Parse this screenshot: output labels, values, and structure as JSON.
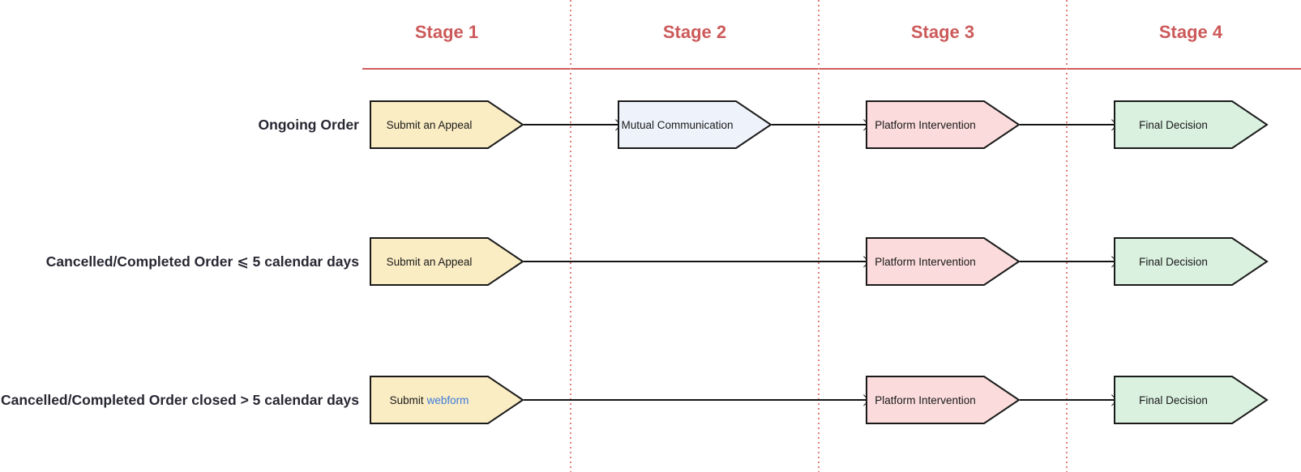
{
  "stages": [
    {
      "label": "Stage 1"
    },
    {
      "label": "Stage 2"
    },
    {
      "label": "Stage 3"
    },
    {
      "label": "Stage 4"
    }
  ],
  "rows": [
    {
      "label": "Ongoing Order",
      "steps": {
        "stage1": {
          "label": "Submit an Appeal",
          "color": "yellow"
        },
        "stage2": {
          "label": "Mutual Communication",
          "color": "blue"
        },
        "stage3": {
          "label": "Platform Intervention",
          "color": "pink"
        },
        "stage4": {
          "label": "Final Decision",
          "color": "green"
        }
      }
    },
    {
      "label": "Cancelled/Completed Order ⩽ 5 calendar days",
      "steps": {
        "stage1": {
          "label": "Submit an Appeal",
          "color": "yellow"
        },
        "stage3": {
          "label": "Platform Intervention",
          "color": "pink"
        },
        "stage4": {
          "label": "Final Decision",
          "color": "green"
        }
      }
    },
    {
      "label": "Cancelled/Completed Order closed > 5 calendar days",
      "steps": {
        "stage1": {
          "label_prefix": "Submit",
          "link_text": "webform",
          "color": "yellow"
        },
        "stage3": {
          "label": "Platform Intervention",
          "color": "pink"
        },
        "stage4": {
          "label": "Final Decision",
          "color": "green"
        }
      }
    }
  ],
  "colors": {
    "stage_header": "#cd5a5a",
    "stage_rule": "#d05c5c",
    "stage_divider_dotted": "#e87d7d",
    "shape_border": "#1a1a1a",
    "shape_yellow": "#faecc3",
    "shape_blue": "#eef2fb",
    "shape_pink": "#fbdbdb",
    "shape_green": "#daf1e0",
    "row_label_text": "#282833",
    "shape_text": "#1a1a1a",
    "arrow": "#141414",
    "link_blue": "#3c7bd9"
  }
}
